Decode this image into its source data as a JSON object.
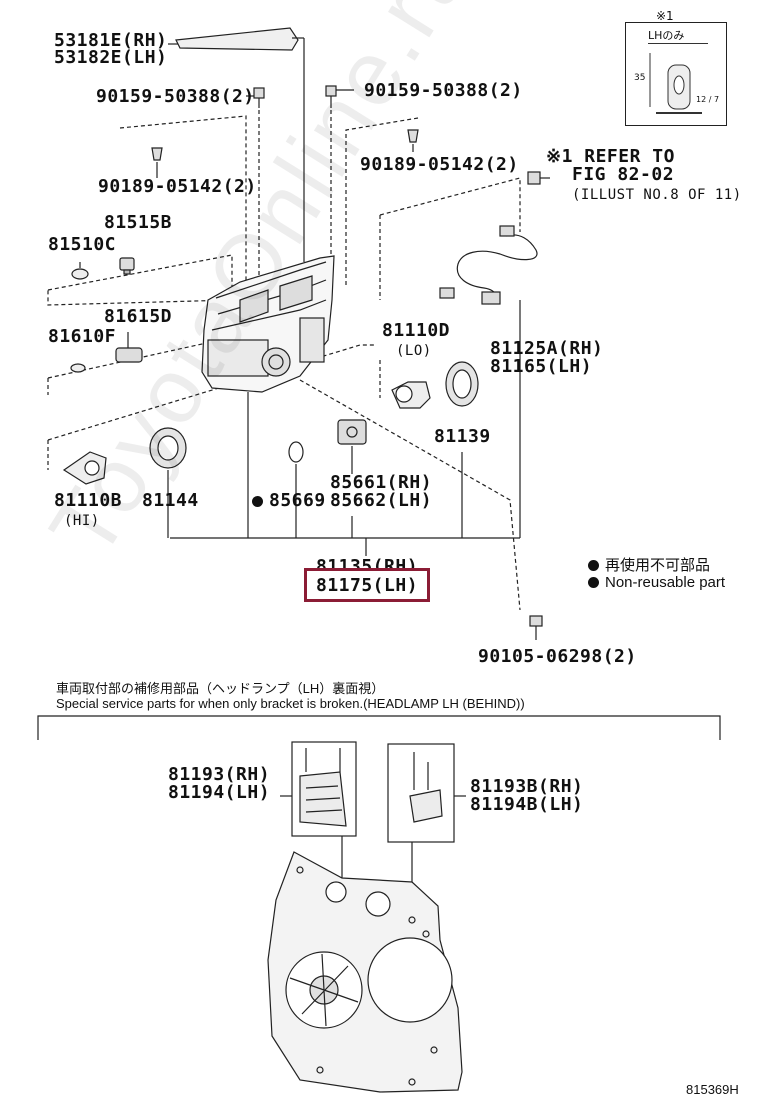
{
  "parts": {
    "p53181e": "53181E(RH)",
    "p53182e": "53182E(LH)",
    "p90159_left": "90159-50388(2)",
    "p90159_right": "90159-50388(2)",
    "p90189_left": "90189-05142(2)",
    "p90189_right": "90189-05142(2)",
    "p81515b": "81515B",
    "p81510c": "81510C",
    "p81615d": "81615D",
    "p81610f": "81610F",
    "p81110d": "81110D",
    "p81110d_sub": "(LO)",
    "p81125a": "81125A(RH)",
    "p81165": "81165(LH)",
    "p81139": "81139",
    "p81110b": "81110B",
    "p81110b_sub": "(HI)",
    "p81144": "81144",
    "p85669": "85669",
    "p85661": "85661(RH)",
    "p85662": "85662(LH)",
    "p81135": "81135(RH)",
    "p81175": "81175(LH)",
    "p90105": "90105-06298(2)",
    "p81193": "81193(RH)",
    "p81194": "81194(LH)",
    "p81193b": "81193B(RH)",
    "p81194b": "81194B(LH)"
  },
  "refer": {
    "line1": "※1 REFER TO",
    "line2": "FIG 82-02",
    "line3": "(ILLUST NO.8 OF 11)"
  },
  "inset": {
    "mark": "※1",
    "title": "LHのみ",
    "dim_vertical": "35",
    "dim_small": "12 / 7"
  },
  "legend": {
    "jp": "再使用不可部品",
    "en": "Non-reusable part"
  },
  "special_note": {
    "jp": "車両取付部の補修用部品（ヘッドランプ（LH）裏面視）",
    "en": "Special service parts for when only bracket is broken.(HEADLAMP LH (BEHIND))"
  },
  "watermark": "ToyotaOnline.ru",
  "figure_id": "815369H",
  "colors": {
    "highlight": "#8b1c35",
    "ink": "#111111"
  }
}
